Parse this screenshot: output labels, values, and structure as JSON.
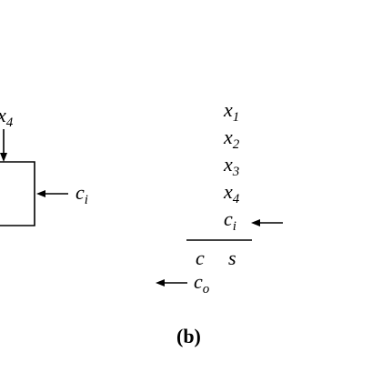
{
  "left_panel": {
    "top_input": {
      "base": "x",
      "sub": "4"
    },
    "right_input": {
      "base": "c",
      "sub": "i"
    }
  },
  "right_panel": {
    "rows": [
      {
        "base": "x",
        "sub": "1"
      },
      {
        "base": "x",
        "sub": "2"
      },
      {
        "base": "x",
        "sub": "3"
      },
      {
        "base": "x",
        "sub": "4"
      },
      {
        "base": "c",
        "sub": "i"
      }
    ],
    "carry_label": "c",
    "sum_label": "s",
    "carry_out": {
      "base": "c",
      "sub": "o"
    },
    "caption": "(b)"
  }
}
